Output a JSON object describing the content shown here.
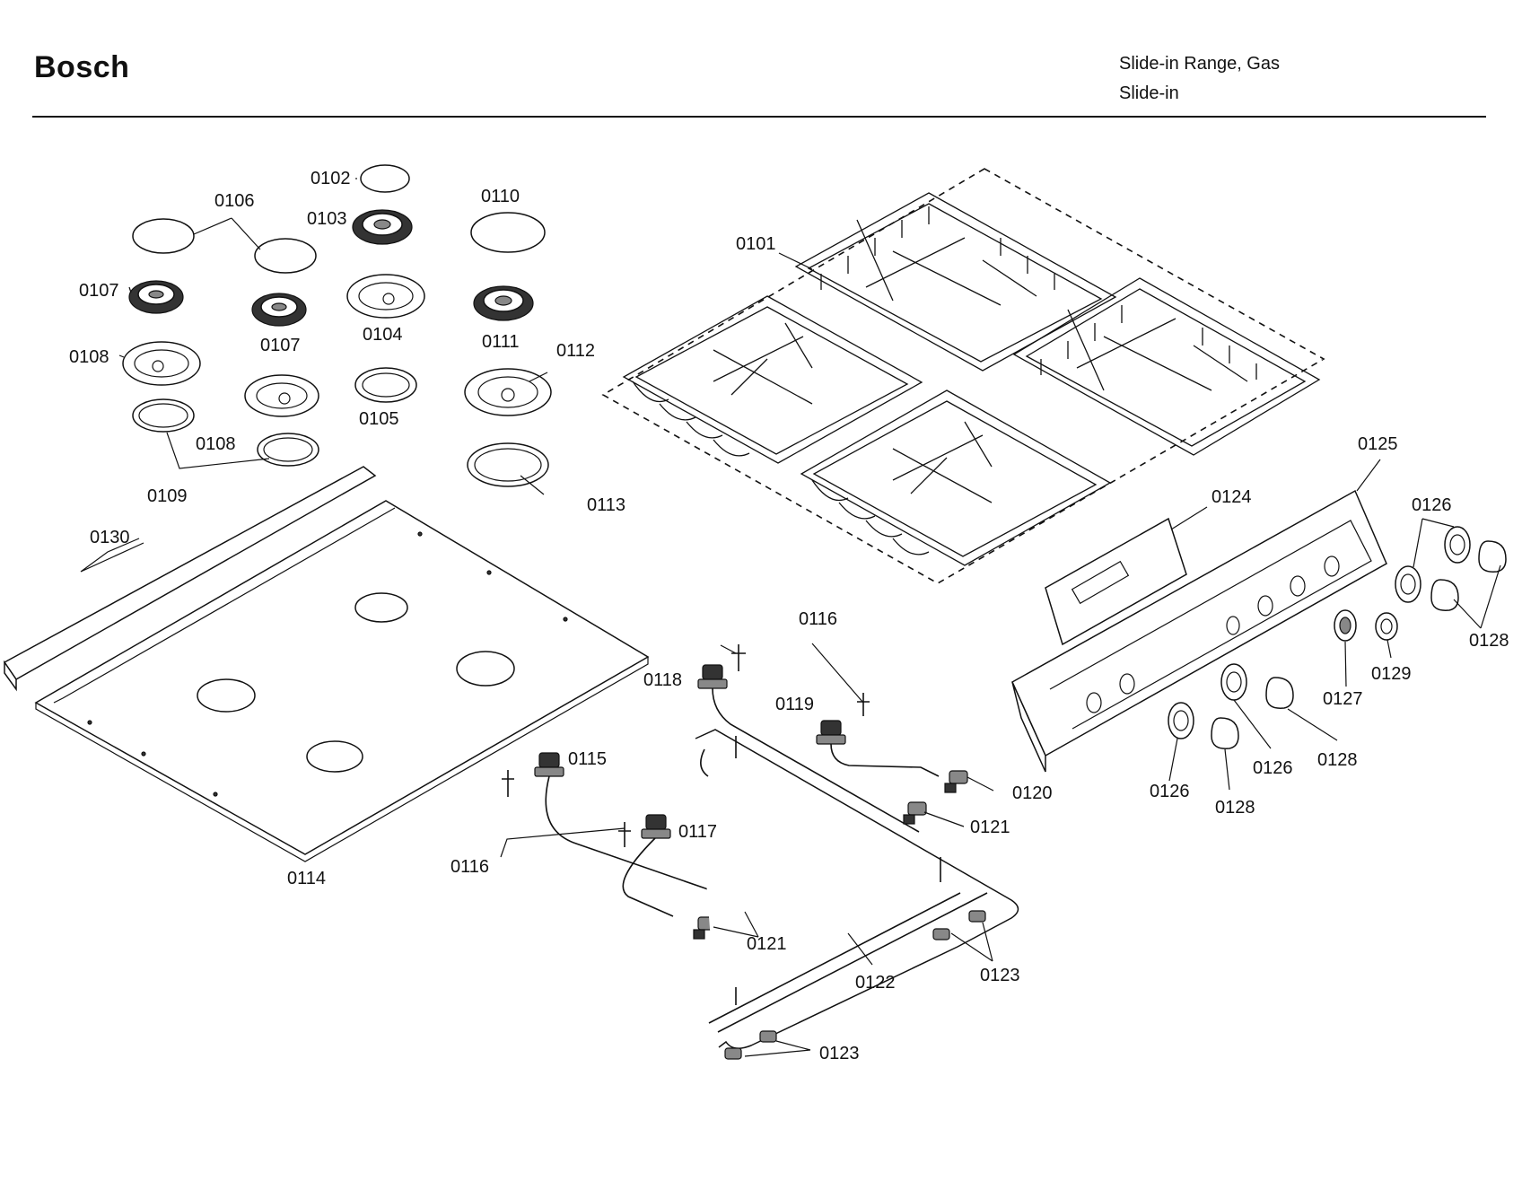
{
  "header": {
    "brand": "Bosch",
    "subtitle_line1": "Slide-in Range, Gas",
    "subtitle_line2": "Slide-in"
  },
  "callouts": {
    "p0101": "0101",
    "p0102": "0102",
    "p0103": "0103",
    "p0104": "0104",
    "p0105": "0105",
    "p0106": "0106",
    "p0107a": "0107",
    "p0107b": "0107",
    "p0108a": "0108",
    "p0108b": "0108",
    "p0109": "0109",
    "p0110": "0110",
    "p0111": "0111",
    "p0112": "0112",
    "p0113": "0113",
    "p0114": "0114",
    "p0115": "0115",
    "p0116a": "0116",
    "p0116b": "0116",
    "p0117": "0117",
    "p0118": "0118",
    "p0119": "0119",
    "p0120": "0120",
    "p0121a": "0121",
    "p0121b": "0121",
    "p0122": "0122",
    "p0123a": "0123",
    "p0123b": "0123",
    "p0124": "0124",
    "p0125": "0125",
    "p0126a": "0126",
    "p0126b": "0126",
    "p0126c": "0126",
    "p0127": "0127",
    "p0128a": "0128",
    "p0128b": "0128",
    "p0128c": "0128",
    "p0129": "0129",
    "p0130": "0130"
  }
}
